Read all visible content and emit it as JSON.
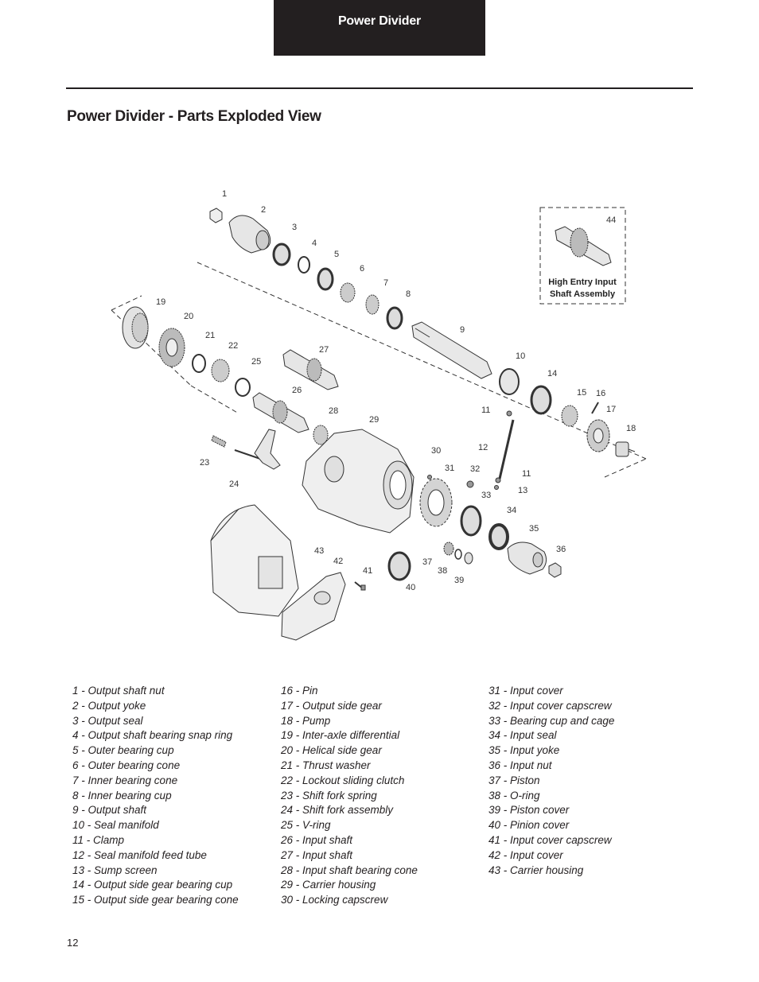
{
  "header": {
    "tab_label": "Power Divider"
  },
  "page": {
    "title": "Power Divider - Parts Exploded View",
    "number": "12"
  },
  "inset": {
    "part_number": "44",
    "caption_line1": "High Entry Input",
    "caption_line2": "Shaft Assembly"
  },
  "callouts": [
    "1",
    "2",
    "3",
    "4",
    "5",
    "6",
    "7",
    "8",
    "9",
    "10",
    "11",
    "11",
    "12",
    "13",
    "14",
    "15",
    "16",
    "17",
    "18",
    "19",
    "20",
    "21",
    "22",
    "23",
    "24",
    "25",
    "26",
    "27",
    "28",
    "29",
    "30",
    "31",
    "32",
    "33",
    "34",
    "35",
    "36",
    "37",
    "38",
    "39",
    "40",
    "41",
    "42",
    "43"
  ],
  "legend": {
    "col1": [
      "1 - Output shaft nut",
      "2 - Output yoke",
      "3 - Output seal",
      "4 - Output shaft bearing snap ring",
      "5 - Outer bearing cup",
      "6 - Outer bearing cone",
      "7 - Inner bearing cone",
      "8 - Inner bearing cup",
      "9 - Output shaft",
      "10 - Seal manifold",
      "11 - Clamp",
      "12 - Seal manifold feed tube",
      "13 - Sump screen",
      "14 - Output side gear bearing cup",
      "15 - Output side gear bearing cone"
    ],
    "col2": [
      "16 - Pin",
      "17 - Output side gear",
      "18 - Pump",
      "19 - Inter-axle differential",
      "20 - Helical side gear",
      "21 - Thrust washer",
      "22 - Lockout sliding clutch",
      "23 - Shift fork spring",
      "24 - Shift fork assembly",
      "25 - V-ring",
      "26 - Input shaft",
      "27 - Input shaft",
      "28 - Input shaft bearing cone",
      "29 - Carrier housing",
      "30 - Locking capscrew"
    ],
    "col3": [
      "31 - Input cover",
      "32 - Input cover capscrew",
      "33 - Bearing cup and cage",
      "34 - Input seal",
      "35 - Input yoke",
      "36 - Input nut",
      "37 - Piston",
      "38 - O-ring",
      "39 - Piston cover",
      "40 - Pinion cover",
      "41 - Input cover capscrew",
      "42 - Input cover",
      "43 - Carrier housing"
    ]
  }
}
